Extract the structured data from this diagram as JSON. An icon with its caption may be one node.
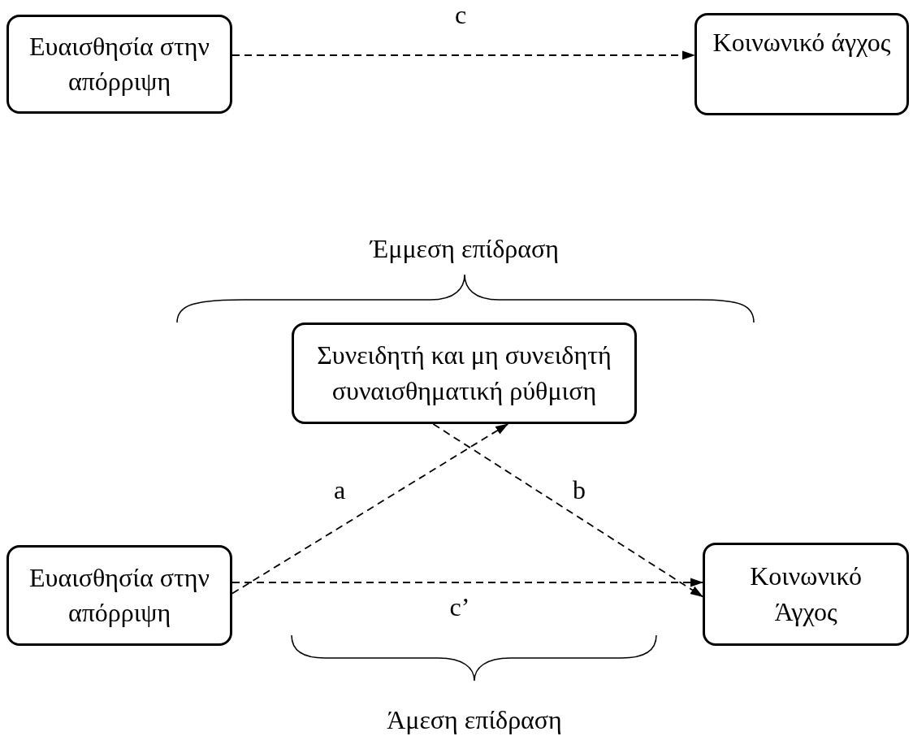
{
  "diagram": {
    "nodes": [
      {
        "text": [
          "Ευαισθησία στην απόρριψη"
        ]
      },
      {
        "text": [
          "Κοινωνικό άγχος"
        ]
      },
      {
        "text": [
          "Συνειδητή και μη συνειδητή συναισθηματική ρύθμιση"
        ]
      },
      {
        "text": [
          "Ευαισθησία στην απόρριψη"
        ]
      },
      {
        "text": [
          "Κοινωνικό Άγχος"
        ]
      }
    ],
    "edges": [
      {
        "from": 0,
        "to": 1,
        "arrow": "to",
        "label": "c",
        "style": "dashed"
      },
      {
        "from": 3,
        "to": 2,
        "arrow": "to",
        "label": "a",
        "style": "dashed"
      },
      {
        "from": 2,
        "to": 4,
        "arrow": "to",
        "label": "b",
        "style": "dashed"
      },
      {
        "from": 3,
        "to": 4,
        "arrow": "to",
        "label": "c’",
        "style": "dashed"
      }
    ],
    "labels": [
      "Έμμεση επίδραση",
      "Άμεση επίδραση"
    ]
  }
}
